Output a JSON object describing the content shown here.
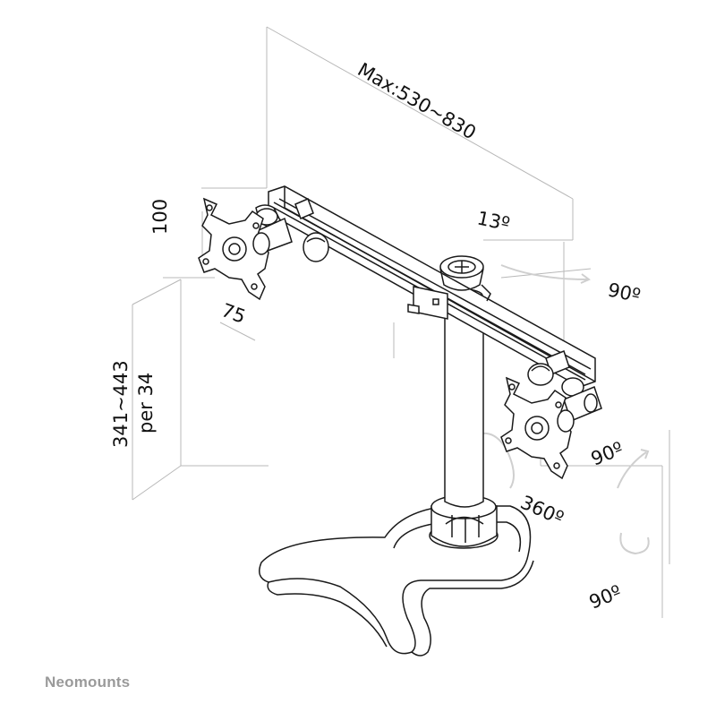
{
  "labels": {
    "width_range": "Max:530~830",
    "tilt": "13º",
    "swivel_right": "90º",
    "mount_vertical": "100",
    "mount_horizontal": "75",
    "height_range": "341~443",
    "height_step": "per 34",
    "rotate_right": "90º",
    "base_swivel": "360º",
    "pivot_bottom": "90º"
  },
  "brand": "Neomounts",
  "colors": {
    "line": "#1a1a1a",
    "guide": "#b8b8b8",
    "arrow": "#cfcfcf",
    "brand": "#9a9a9a"
  }
}
